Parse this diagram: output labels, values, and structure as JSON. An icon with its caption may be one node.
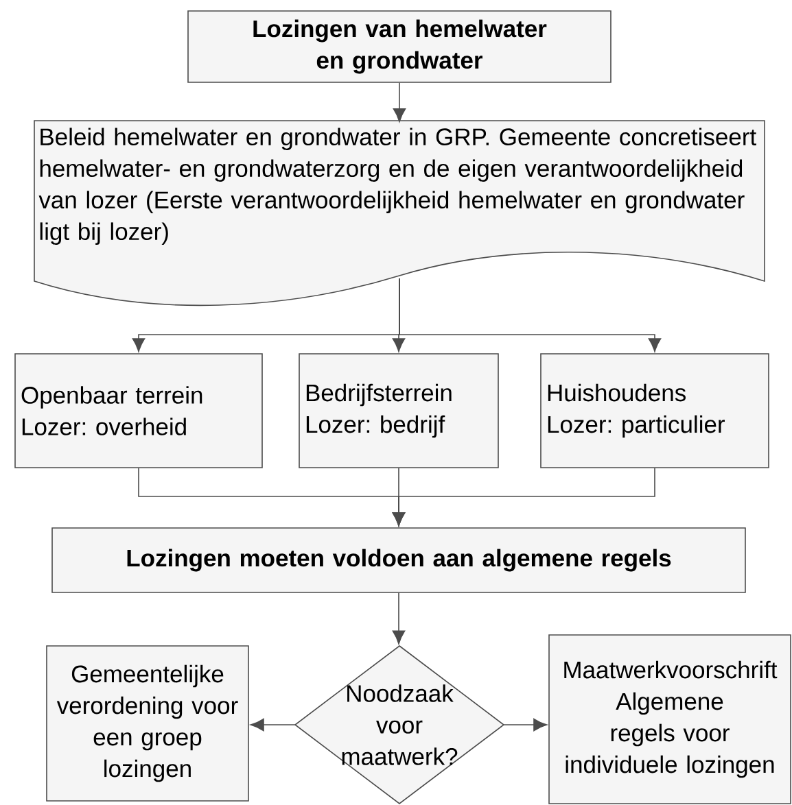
{
  "diagram": {
    "nodes": [
      {
        "text": [
          "Lozingen van hemelwater en grondwater"
        ]
      },
      {
        "text": [
          "Beleid hemelwater en grondwater in GRP. Gemeente concretiseert hemelwater- en grondwaterzorg en de eigen verantwoordelijkheid van lozer (Eerste verantwoordelijkheid hemelwater en grondwater ligt bij lozer)"
        ]
      },
      {
        "text": [
          "Openbaar terrein",
          "Lozer: overheid"
        ]
      },
      {
        "text": [
          "Bedrijfsterrein",
          "Lozer: bedrijf"
        ]
      },
      {
        "text": [
          "Huishoudens",
          "Lozer: particulier"
        ]
      },
      {
        "text": [
          "Lozingen moeten voldoen aan algemene regels"
        ]
      },
      {
        "text": [
          "Gemeentelijke verordening voor een groep lozingen"
        ]
      },
      {
        "text": [
          "Noodzaak voor maatwerk?"
        ]
      },
      {
        "text": [
          "Maatwerkvoorschrift Algemene regels voor individuele lozingen"
        ]
      }
    ],
    "edges": [
      {
        "from": 0,
        "to": 1,
        "arrow": "to"
      },
      {
        "from": 1,
        "to": 2,
        "arrow": "to"
      },
      {
        "from": 1,
        "to": 3,
        "arrow": "to"
      },
      {
        "from": 1,
        "to": 4,
        "arrow": "to"
      },
      {
        "from": 2,
        "to": 5,
        "arrow": "to"
      },
      {
        "from": 3,
        "to": 5,
        "arrow": "to"
      },
      {
        "from": 4,
        "to": 5,
        "arrow": "to"
      },
      {
        "from": 5,
        "to": 7,
        "arrow": "to"
      },
      {
        "from": 7,
        "to": 6,
        "arrow": "to"
      },
      {
        "from": 7,
        "to": 8,
        "arrow": "to"
      }
    ]
  }
}
